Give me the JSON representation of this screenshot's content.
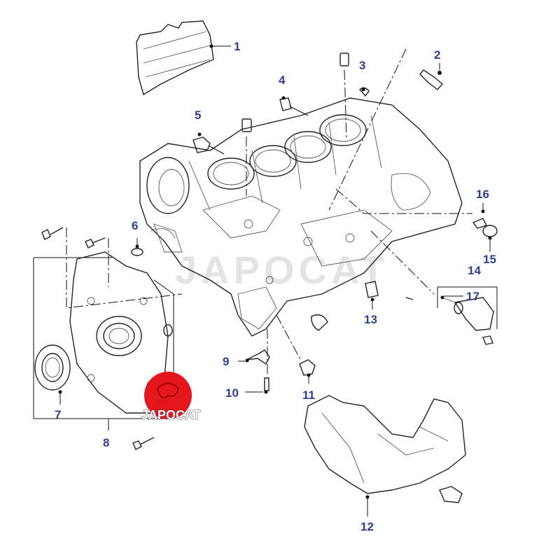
{
  "diagram": {
    "title": "Engine block exploded parts diagram",
    "watermark": "JAPOCAT",
    "logo_text": "JAPOCAT",
    "callout_color": "#2b3f96",
    "logo_color": "#e3161b",
    "callouts": [
      "1",
      "2",
      "3",
      "4",
      "5",
      "6",
      "7",
      "8",
      "9",
      "10",
      "11",
      "12",
      "13",
      "14",
      "15",
      "16",
      "17"
    ]
  }
}
